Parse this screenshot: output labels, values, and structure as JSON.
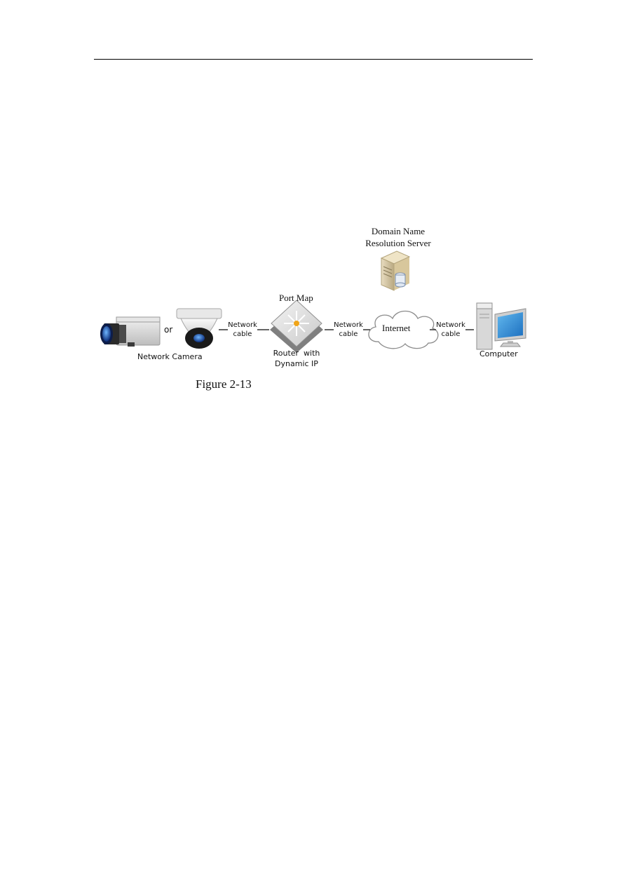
{
  "figure": {
    "caption": "Figure 2-13",
    "nodes": {
      "camera_label": "Network Camera",
      "or_label": "or",
      "router_top_label": "Port Map",
      "router_label_line1": "Router  with",
      "router_label_line2": "Dynamic IP",
      "dns_label_line1": "Domain Name",
      "dns_label_line2": "Resolution Server",
      "internet_label": "Internet",
      "computer_label": "Computer"
    },
    "links": [
      {
        "line1": "Network",
        "line2": "cable"
      },
      {
        "line1": "Network",
        "line2": "cable"
      },
      {
        "line1": "Network",
        "line2": "cable"
      }
    ]
  }
}
